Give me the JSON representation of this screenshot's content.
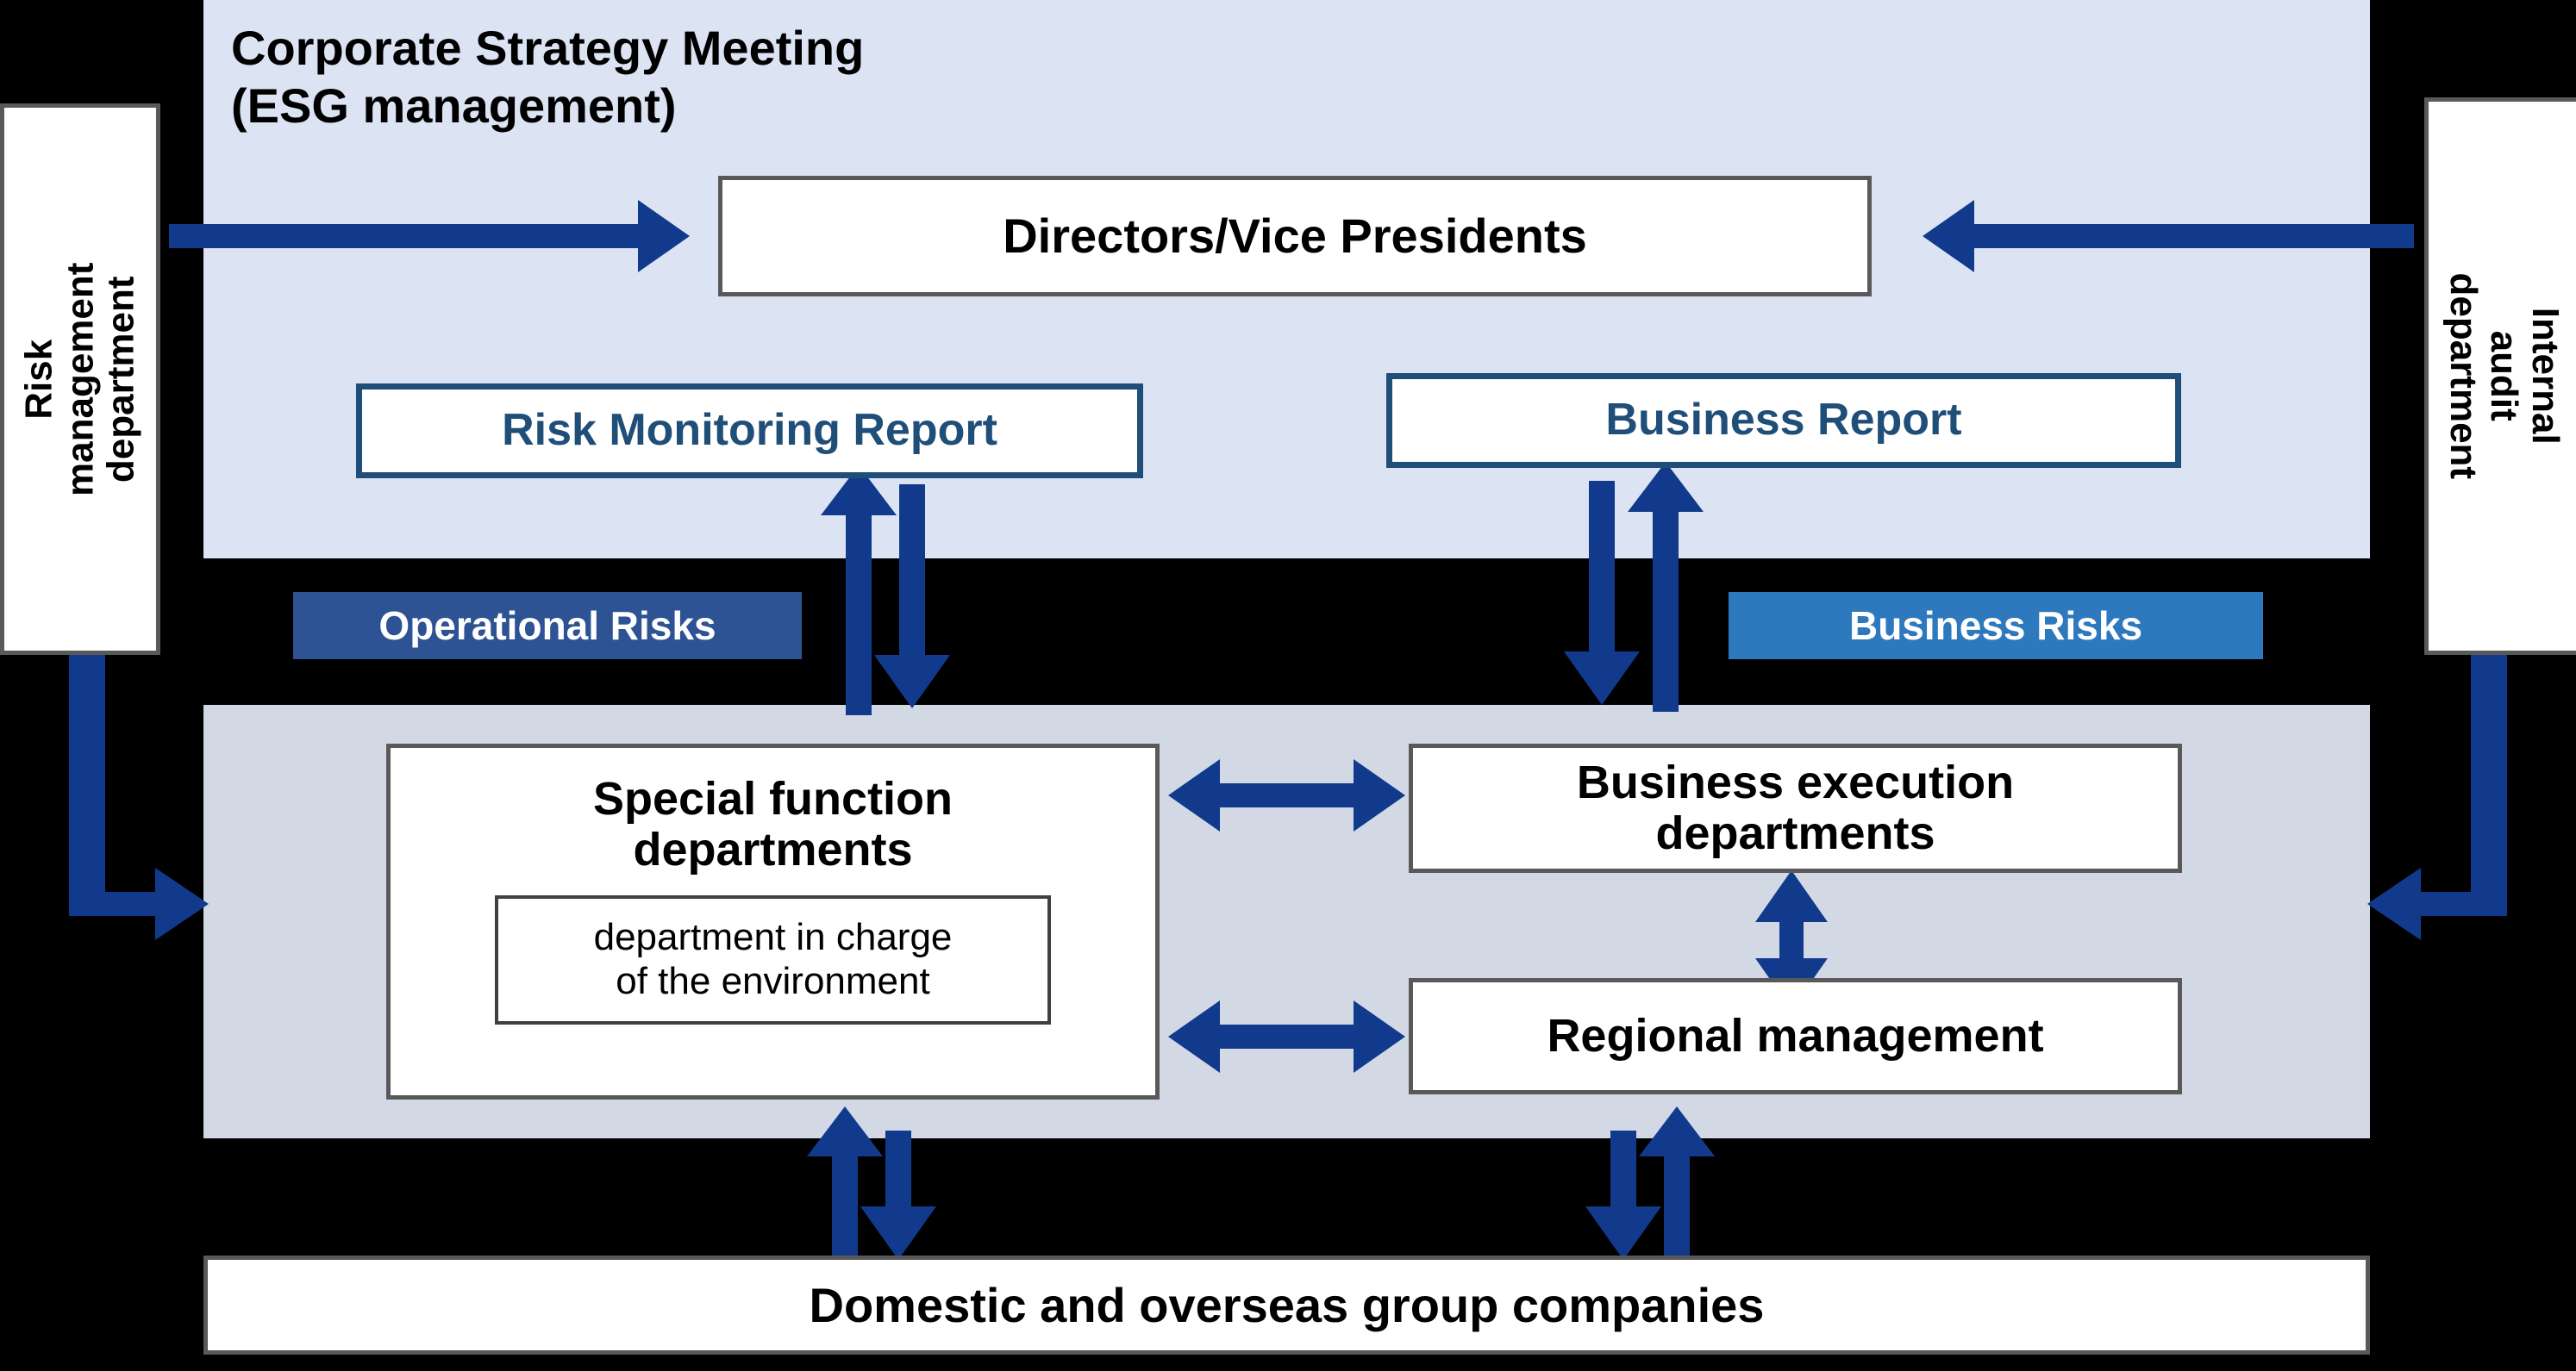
{
  "diagram": {
    "title_line1": "Corporate Strategy Meeting",
    "title_line2": "(ESG management)",
    "title_full": "Corporate Strategy Meeting\n(ESG management)"
  },
  "side_boxes": {
    "left": {
      "label": "Risk management\ndepartment",
      "line1": "Risk management",
      "line2": "department"
    },
    "right": {
      "label": "Internal audit\ndepartment",
      "line1": "Internal audit",
      "line2": "department"
    }
  },
  "top_panel": {
    "background": "#dce4f4",
    "directors": {
      "label": "Directors/Vice Presidents"
    },
    "risk_report": {
      "label": "Risk Monitoring Report",
      "color": "#1f4e79"
    },
    "business_report": {
      "label": "Business Report",
      "color": "#1f4e79"
    }
  },
  "badges": [
    {
      "label": "Operational Risks",
      "color": "#2d5394"
    },
    {
      "label": "Business Risks",
      "color": "#2e79be"
    }
  ],
  "mid_panel": {
    "background": "#d3d9e4",
    "special_function": {
      "label": "Special function\ndepartments",
      "line1": "Special function",
      "line2": "departments",
      "nested": {
        "label": "department in charge\nof the environment",
        "line1": "department in charge",
        "line2": "of the environment"
      }
    },
    "business_execution": {
      "label": "Business execution\ndepartments",
      "line1": "Business execution",
      "line2": "departments"
    },
    "regional_management": {
      "label": "Regional management"
    }
  },
  "bottom": {
    "group_companies": {
      "label": "Domestic and overseas group companies"
    }
  },
  "colors": {
    "arrow": "#123a8c",
    "box_border": "#595959",
    "navy_border": "#1f4e79",
    "canvas": "#000000"
  }
}
